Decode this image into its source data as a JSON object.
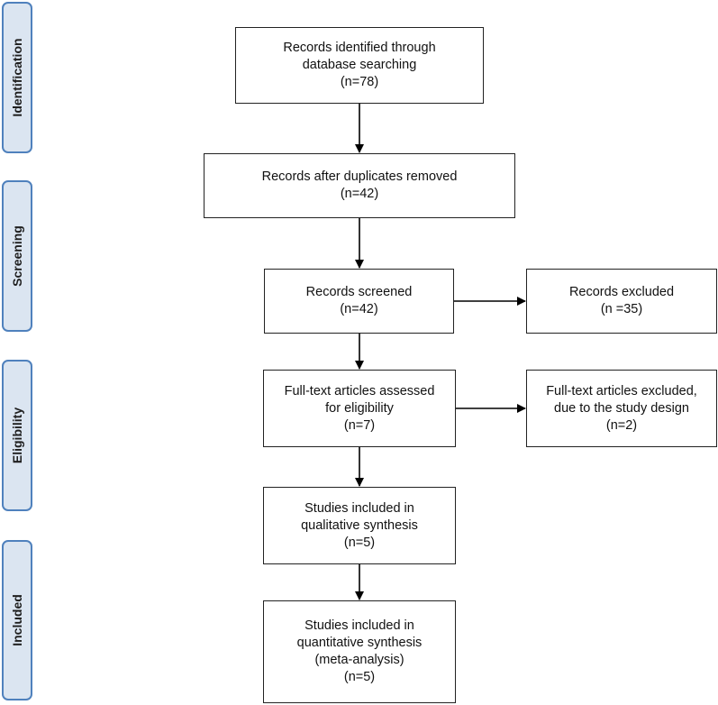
{
  "stages": {
    "identification": "Identification",
    "screening": "Screening",
    "eligibility": "Eligibility",
    "included": "Included"
  },
  "boxes": {
    "identified": {
      "line1": "Records identified through",
      "line2": "database searching",
      "count": "(n=78)"
    },
    "duplicates_removed": {
      "line1": "Records after duplicates removed",
      "count": "(n=42)"
    },
    "screened": {
      "line1": "Records screened",
      "count": "(n=42)"
    },
    "excluded": {
      "line1": "Records excluded",
      "count": "(n =35)"
    },
    "fulltext_assessed": {
      "line1": "Full-text articles assessed",
      "line2": "for eligibility",
      "count": "(n=7)"
    },
    "fulltext_excluded": {
      "line1": "Full-text articles excluded,",
      "line2": "due to the study design",
      "count": "(n=2)"
    },
    "qualitative": {
      "line1": "Studies included in",
      "line2": "qualitative synthesis",
      "count": "(n=5)"
    },
    "quantitative": {
      "line1": "Studies included in",
      "line2": "quantitative synthesis",
      "line3": "(meta-analysis)",
      "count": "(n=5)"
    }
  },
  "colors": {
    "stage_fill": "#dbe5f1",
    "stage_border": "#4f81bd",
    "box_border": "#222222",
    "arrow": "#000000"
  }
}
